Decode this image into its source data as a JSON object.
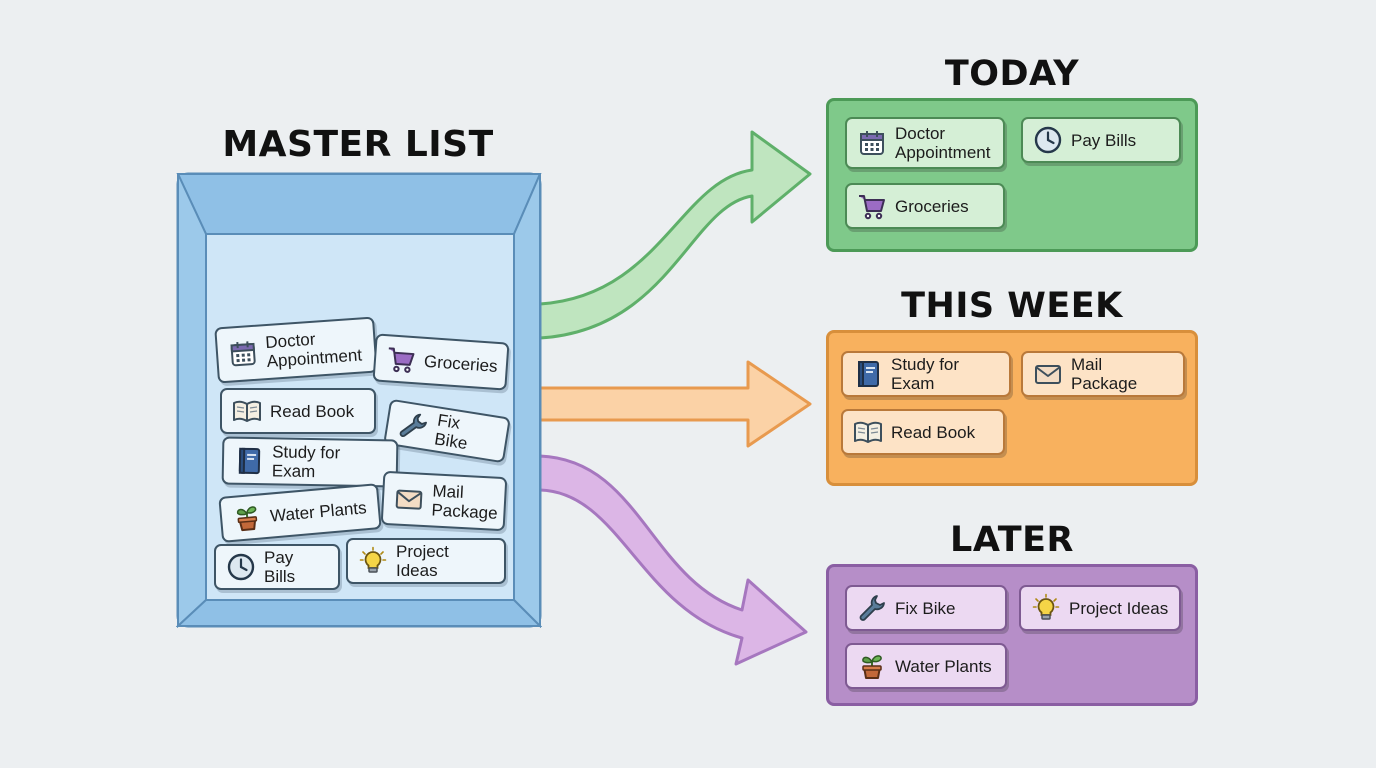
{
  "headings": {
    "master": "MASTER LIST",
    "today": "TODAY",
    "week": "THIS WEEK",
    "later": "LATER"
  },
  "master_items": [
    {
      "label": "Doctor\nAppointment",
      "icon": "calendar-icon"
    },
    {
      "label": "Groceries",
      "icon": "shopping-cart-icon"
    },
    {
      "label": "Read Book",
      "icon": "open-book-icon"
    },
    {
      "label": "Fix Bike",
      "icon": "wrench-icon"
    },
    {
      "label": "Study for Exam",
      "icon": "textbook-icon"
    },
    {
      "label": "Mail\nPackage",
      "icon": "envelope-icon"
    },
    {
      "label": "Water Plants",
      "icon": "potted-plant-icon"
    },
    {
      "label": "Pay Bills",
      "icon": "clock-icon"
    },
    {
      "label": "Project Ideas",
      "icon": "lightbulb-icon"
    }
  ],
  "today_items": [
    {
      "label": "Doctor\nAppointment",
      "icon": "calendar-icon"
    },
    {
      "label": "Pay Bills",
      "icon": "clock-icon"
    },
    {
      "label": "Groceries",
      "icon": "shopping-cart-icon"
    }
  ],
  "week_items": [
    {
      "label": "Study for Exam",
      "icon": "textbook-icon"
    },
    {
      "label": "Mail Package",
      "icon": "envelope-icon"
    },
    {
      "label": "Read Book",
      "icon": "open-book-icon"
    }
  ],
  "later_items": [
    {
      "label": "Fix Bike",
      "icon": "wrench-icon"
    },
    {
      "label": "Project Ideas",
      "icon": "lightbulb-icon"
    },
    {
      "label": "Water Plants",
      "icon": "potted-plant-icon"
    }
  ],
  "colors": {
    "today": "#7fc98a",
    "week": "#f8b15e",
    "later": "#b68ec8",
    "bin": "#a9d2ef"
  }
}
